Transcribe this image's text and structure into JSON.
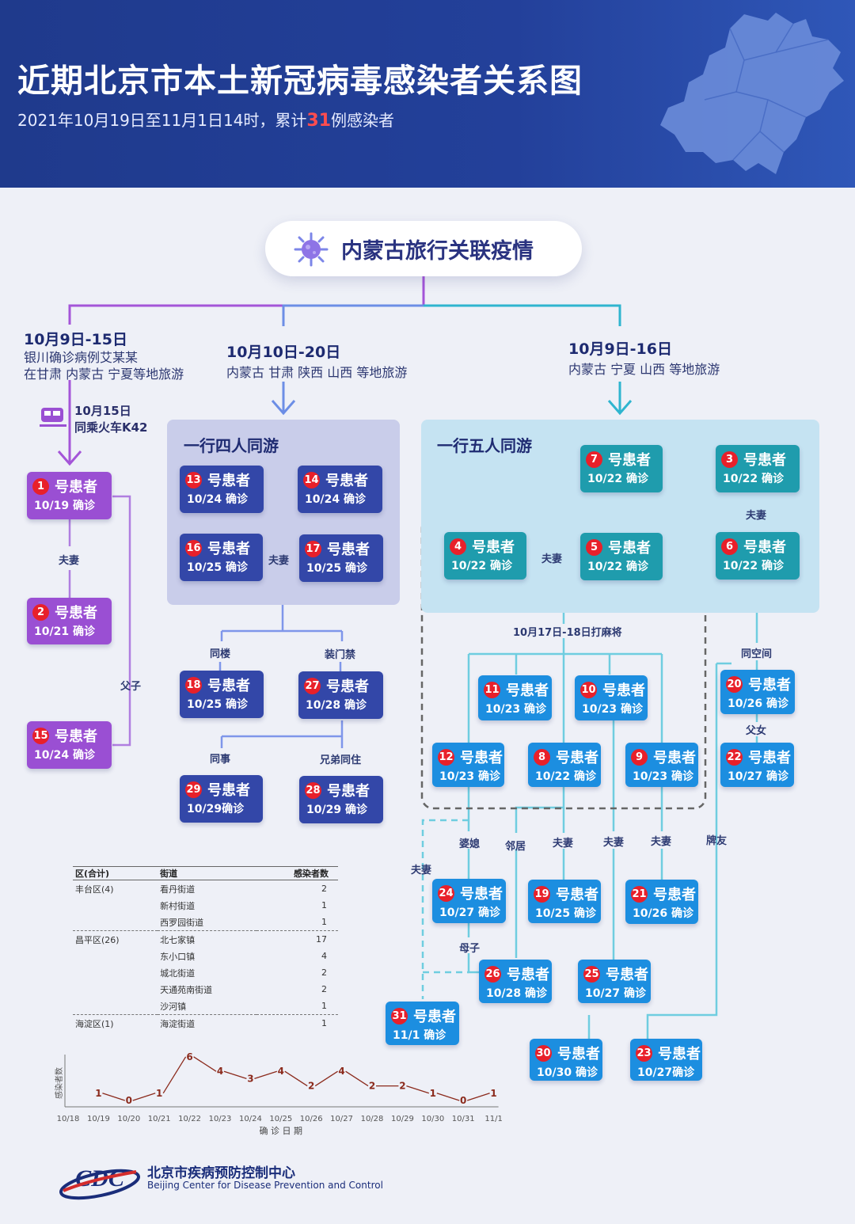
{
  "header": {
    "title": "近期北京市本土新冠病毒感染者关系图",
    "subtitle_pre": "2021年10月19日至11月1日14时，累计",
    "subtitle_count": "31",
    "subtitle_post": "例感染者"
  },
  "banner": {
    "title": "内蒙古旅行关联疫情"
  },
  "routes": {
    "left": {
      "date": "10月9日-15日",
      "line1": "银川确诊病例艾某某",
      "line2": "在甘肃 内蒙古 宁夏等地旅游"
    },
    "middle": {
      "date": "10月10日-20日",
      "line1": "内蒙古 甘肃 陕西 山西 等地旅游"
    },
    "right": {
      "date": "10月9日-16日",
      "line1": "内蒙古 宁夏 山西 等地旅游"
    }
  },
  "train": {
    "date": "10月15日",
    "text": "同乘火车K42"
  },
  "groups": {
    "four": "一行四人同游",
    "five": "一行五人同游"
  },
  "patient_label": "号患者",
  "patients": {
    "p1": {
      "num": "1",
      "date": "10/19 确诊"
    },
    "p2": {
      "num": "2",
      "date": "10/21 确诊"
    },
    "p15": {
      "num": "15",
      "date": "10/24 确诊"
    },
    "p13": {
      "num": "13",
      "date": "10/24 确诊"
    },
    "p14": {
      "num": "14",
      "date": "10/24 确诊"
    },
    "p16": {
      "num": "16",
      "date": "10/25 确诊"
    },
    "p17": {
      "num": "17",
      "date": "10/25 确诊"
    },
    "p18": {
      "num": "18",
      "date": "10/25 确诊"
    },
    "p27": {
      "num": "27",
      "date": "10/28 确诊"
    },
    "p29": {
      "num": "29",
      "date": "10/29确诊"
    },
    "p28": {
      "num": "28",
      "date": "10/29 确诊"
    },
    "p7": {
      "num": "7",
      "date": "10/22 确诊"
    },
    "p3": {
      "num": "3",
      "date": "10/22 确诊"
    },
    "p4": {
      "num": "4",
      "date": "10/22 确诊"
    },
    "p5": {
      "num": "5",
      "date": "10/22 确诊"
    },
    "p6": {
      "num": "6",
      "date": "10/22 确诊"
    },
    "p11": {
      "num": "11",
      "date": "10/23 确诊"
    },
    "p10": {
      "num": "10",
      "date": "10/23 确诊"
    },
    "p20": {
      "num": "20",
      "date": "10/26 确诊"
    },
    "p12": {
      "num": "12",
      "date": "10/23 确诊"
    },
    "p8": {
      "num": "8",
      "date": "10/22 确诊"
    },
    "p9": {
      "num": "9",
      "date": "10/23 确诊"
    },
    "p22": {
      "num": "22",
      "date": "10/27 确诊"
    },
    "p24": {
      "num": "24",
      "date": "10/27 确诊"
    },
    "p19": {
      "num": "19",
      "date": "10/25 确诊"
    },
    "p21": {
      "num": "21",
      "date": "10/26 确诊"
    },
    "p26": {
      "num": "26",
      "date": "10/28 确诊"
    },
    "p25": {
      "num": "25",
      "date": "10/27 确诊"
    },
    "p31": {
      "num": "31",
      "date": "11/1 确诊"
    },
    "p30": {
      "num": "30",
      "date": "10/30 确诊"
    },
    "p23": {
      "num": "23",
      "date": "10/27确诊"
    }
  },
  "relations": {
    "r_1_2": "夫妻",
    "r_1_15": "父子",
    "r_16_17": "夫妻",
    "r_18": "同楼",
    "r_27": "装门禁",
    "r_29": "同事",
    "r_28": "兄弟同住",
    "r_3_6": "夫妻",
    "r_4_5": "夫妻",
    "mahjong": "10月17日-18日打麻将",
    "r_20": "同空间",
    "r_20_22": "父女",
    "r_poxi": "婆媳",
    "r_linju": "邻居",
    "r_fuqi_a": "夫妻",
    "r_fuqi_b": "夫妻",
    "r_fuqi_c": "夫妻",
    "r_paiyou": "牌友",
    "r_fuqi_31": "夫妻",
    "r_muzi": "母子"
  },
  "stats_table": {
    "headers": [
      "区(合计)",
      "街道",
      "感染者数"
    ],
    "rows": [
      [
        "丰台区(4)",
        "看丹街道",
        "2"
      ],
      [
        "",
        "新村街道",
        "1"
      ],
      [
        "",
        "西罗园街道",
        "1"
      ],
      [
        "昌平区(26)",
        "北七家镇",
        "17"
      ],
      [
        "",
        "东小口镇",
        "4"
      ],
      [
        "",
        "城北街道",
        "2"
      ],
      [
        "",
        "天通苑南街道",
        "2"
      ],
      [
        "",
        "沙河镇",
        "1"
      ],
      [
        "海淀区(1)",
        "海淀街道",
        "1"
      ]
    ]
  },
  "chart_data": {
    "type": "line",
    "x": [
      "10/18",
      "10/19",
      "10/20",
      "10/21",
      "10/22",
      "10/23",
      "10/24",
      "10/25",
      "10/26",
      "10/27",
      "10/28",
      "10/29",
      "10/30",
      "10/31",
      "11/1"
    ],
    "values": [
      null,
      1,
      0,
      1,
      6,
      4,
      3,
      4,
      2,
      4,
      2,
      2,
      1,
      0,
      1
    ],
    "xlabel": "确 诊 日 期",
    "ylabel": "感染者数",
    "ylim": [
      0,
      7
    ],
    "color": "#8b2a1c"
  },
  "logo": {
    "mark": "CDC",
    "cn": "北京市疾病预防控制中心",
    "en": "Beijing Center for Disease Prevention and Control"
  },
  "colors": {
    "purple": "#9a4fd3",
    "navy": "#3347a8",
    "teal": "#1f9cad",
    "blue": "#1c8ee0",
    "badge": "#e8202a"
  }
}
